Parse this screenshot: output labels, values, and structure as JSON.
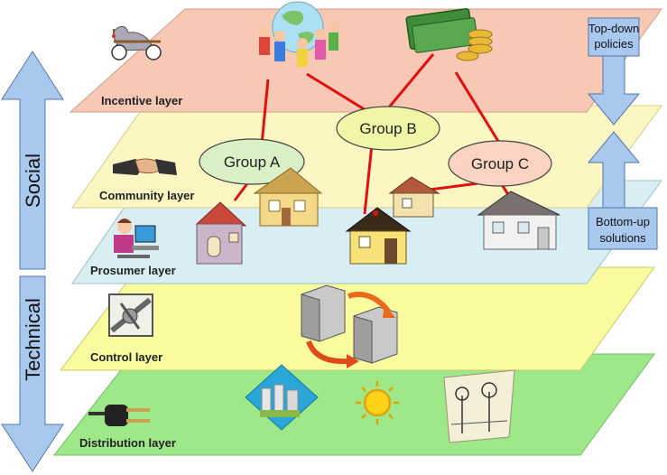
{
  "layers": {
    "incentive": "Incentive layer",
    "community": "Community layer",
    "prosumer": "Prosumer layer",
    "control": "Control layer",
    "distribution": "Distribution layer"
  },
  "groups": {
    "a": "Group A",
    "b": "Group B",
    "c": "Group C"
  },
  "axis": {
    "social": "Social",
    "technical": "Technical"
  },
  "side": {
    "top_down_1": "Top-down",
    "top_down_2": "policies",
    "bottom_up_1": "Bottom-up",
    "bottom_up_2": "solutions"
  },
  "colors": {
    "incentive": "#f7c9b4",
    "community": "#fbf6c2",
    "prosumer": "#d8eef2",
    "control": "#fafb9e",
    "distribution": "#9fe88a",
    "arrow": "#a9c8ee",
    "link": "#e01010"
  },
  "icons": [
    "squirrel-toy-icon",
    "children-globe-icon",
    "money-coins-icon",
    "handshake-icon",
    "person-computer-icon",
    "house-icon",
    "servers-icon",
    "valve-icon",
    "plug-icon",
    "power-plant-icon",
    "sun-icon",
    "antenna-icon"
  ]
}
